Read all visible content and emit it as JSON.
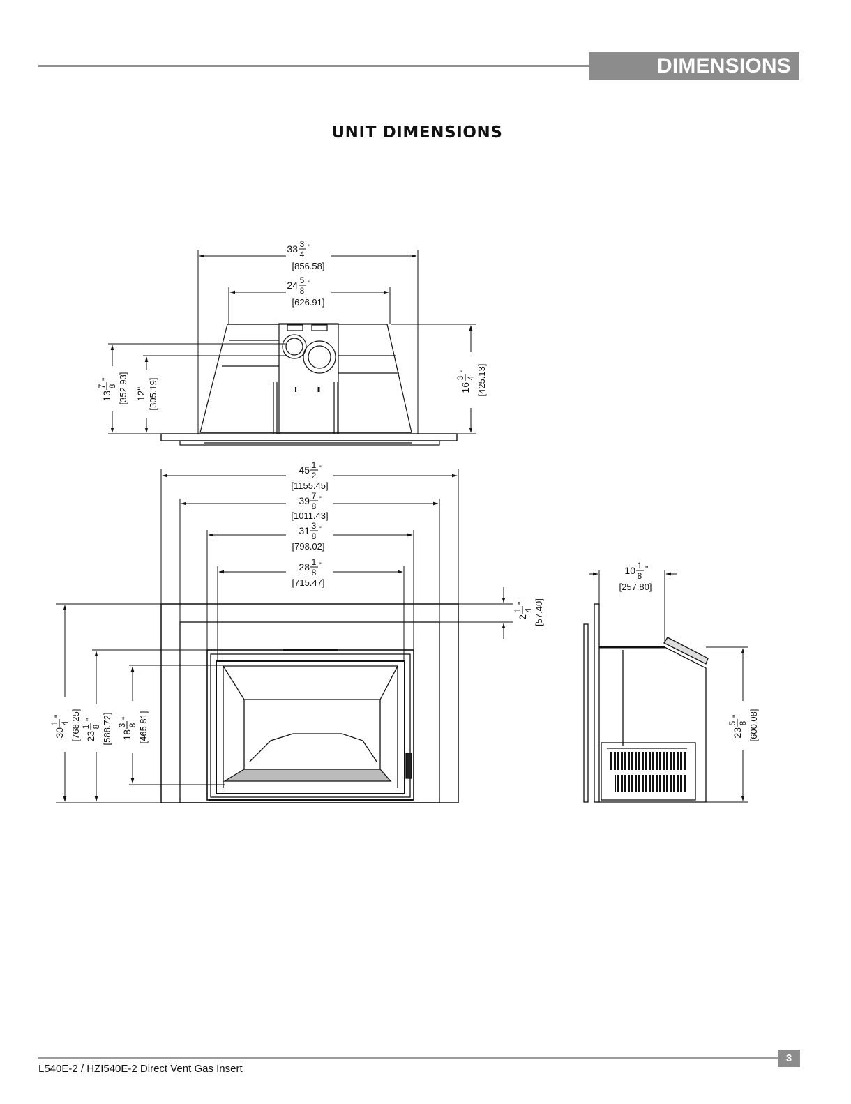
{
  "header": {
    "section_label": "DIMENSIONS"
  },
  "title": "UNIT DIMENSIONS",
  "dimensions": {
    "top_overall": {
      "whole": "33",
      "num": "3",
      "den": "4",
      "metric": "[856.58]"
    },
    "top_inner": {
      "whole": "24",
      "num": "5",
      "den": "8",
      "metric": "[626.91]"
    },
    "top_left_tall": {
      "whole": "13",
      "num": "7",
      "den": "8",
      "metric": "[352.93]"
    },
    "top_left_short": {
      "inch": "12\"",
      "metric": "[305.19]"
    },
    "top_right": {
      "whole": "16",
      "num": "3",
      "den": "4",
      "metric": "[425.13]"
    },
    "front_overall": {
      "whole": "45",
      "num": "1",
      "den": "2",
      "metric": "[1155.45]"
    },
    "front_inner": {
      "whole": "39",
      "num": "7",
      "den": "8",
      "metric": "[1011.43]"
    },
    "front_box": {
      "whole": "31",
      "num": "3",
      "den": "8",
      "metric": "[798.02]"
    },
    "front_opening": {
      "whole": "28",
      "num": "1",
      "den": "8",
      "metric": "[715.47]"
    },
    "front_top_gap": {
      "whole": "2",
      "num": "1",
      "den": "4",
      "metric": "[57.40]"
    },
    "front_height": {
      "whole": "30",
      "num": "1",
      "den": "4",
      "metric": "[768.25]"
    },
    "front_box_h": {
      "whole": "23",
      "num": "1",
      "den": "8",
      "metric": "[588.72]"
    },
    "front_open_h": {
      "whole": "18",
      "num": "3",
      "den": "8",
      "metric": "[465.81]"
    },
    "side_depth": {
      "whole": "10",
      "num": "1",
      "den": "8",
      "metric": "[257.80]"
    },
    "side_height": {
      "whole": "23",
      "num": "5",
      "den": "8",
      "metric": "[600.08]"
    }
  },
  "footer": {
    "model_text": "L540E-2 / HZI540E-2 Direct Vent Gas Insert",
    "page_number": "3"
  }
}
